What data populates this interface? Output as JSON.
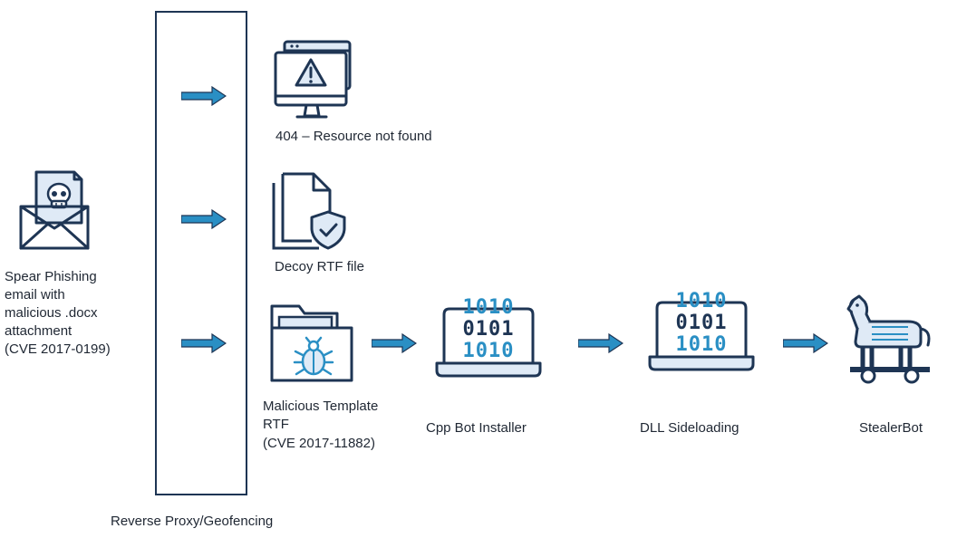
{
  "diagram": {
    "email": {
      "label_lines": [
        "Spear Phishing",
        "email with",
        "malicious .docx",
        "attachment",
        "(CVE 2017-0199)"
      ]
    },
    "proxy": {
      "label": "Reverse Proxy/Geofencing"
    },
    "branches": [
      {
        "label": "404 – Resource not found",
        "icon": "monitor-warning-icon"
      },
      {
        "label": "Decoy RTF file",
        "icon": "document-shield-icon"
      },
      {
        "label_lines": [
          "Malicious Template",
          "RTF",
          "(CVE 2017-11882)"
        ],
        "icon": "folder-bug-icon"
      }
    ],
    "stages": [
      {
        "label": "Cpp Bot Installer",
        "icon": "laptop-binary-icon",
        "binary": [
          "1010",
          "0101",
          "1010"
        ]
      },
      {
        "label": "DLL Sideloading",
        "icon": "laptop-binary-icon",
        "binary": [
          "1010",
          "0101",
          "1010"
        ]
      },
      {
        "label": "StealerBot",
        "icon": "trojan-horse-icon"
      }
    ],
    "colors": {
      "outline": "#1e3554",
      "accent": "#2a8fc4",
      "accent_light": "#dfeaf6"
    }
  }
}
